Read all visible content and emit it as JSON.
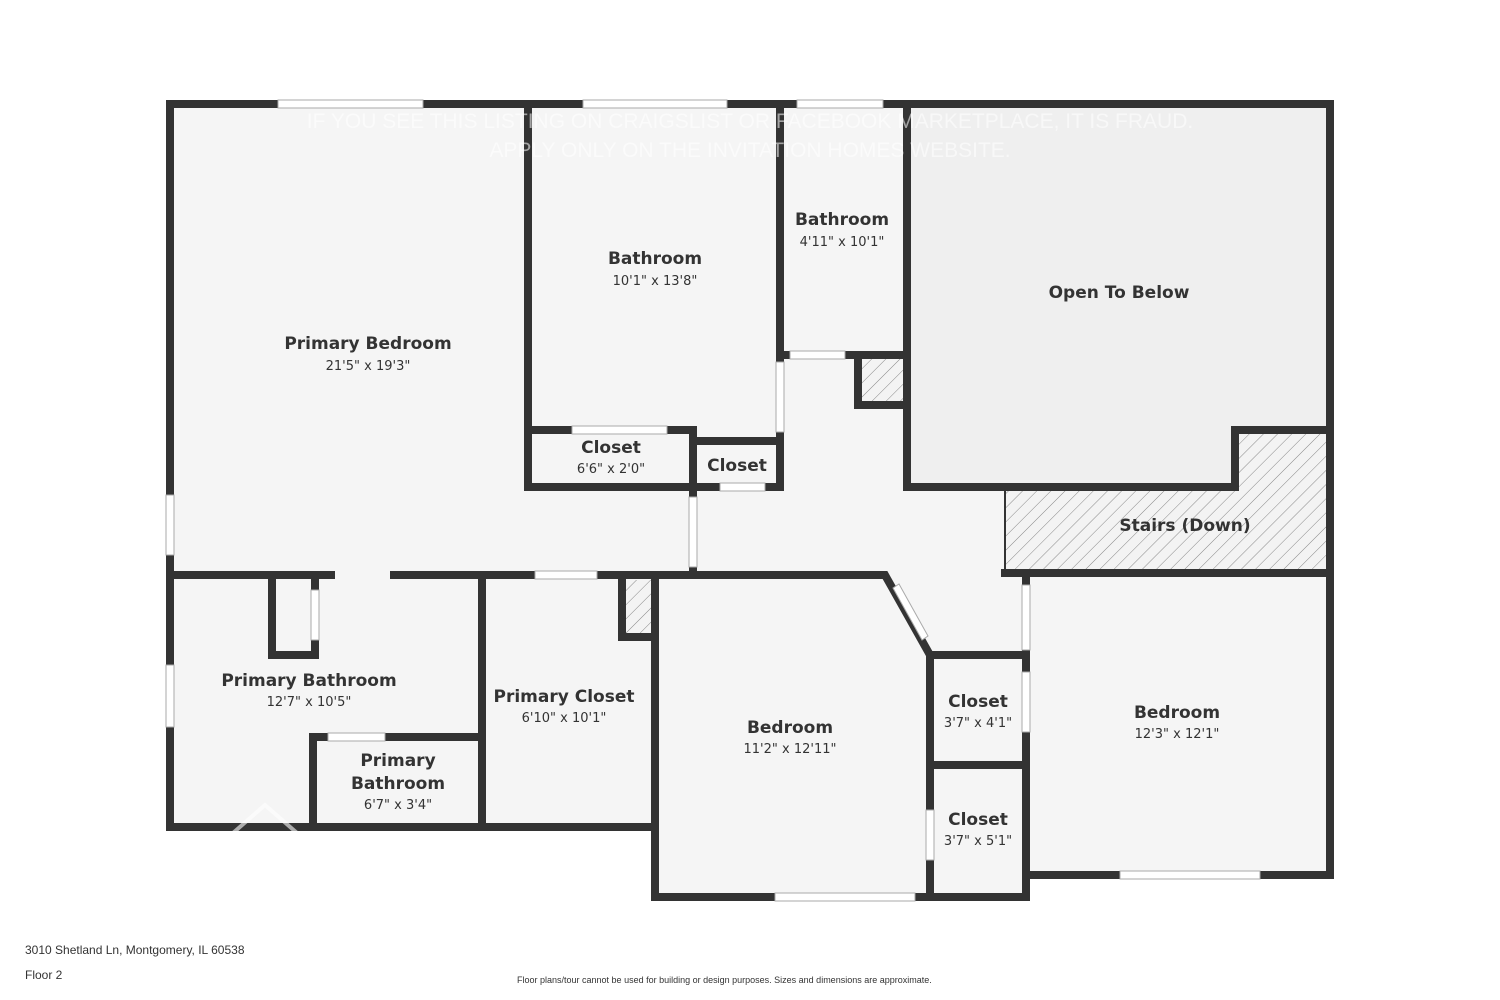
{
  "watermark": {
    "line1": "IF YOU SEE THIS LISTING ON CRAIGSLIST OR FACEBOOK MARKETPLACE, IT IS FRAUD.",
    "line2": "APPLY ONLY ON THE INVITATION HOMES WEBSITE.",
    "logo": "invitation homes"
  },
  "rooms": [
    {
      "name": "Primary Bedroom",
      "dims": "21'5\" x 19'3\""
    },
    {
      "name": "Bathroom",
      "dims": "10'1\" x 13'8\""
    },
    {
      "name": "Bathroom",
      "dims": "4'11\" x 10'1\""
    },
    {
      "name": "Open To Below",
      "dims": ""
    },
    {
      "name": "Closet",
      "dims": "6'6\" x 2'0\""
    },
    {
      "name": "Closet",
      "dims": ""
    },
    {
      "name": "Stairs (Down)",
      "dims": ""
    },
    {
      "name": "Primary Bathroom",
      "dims": "12'7\" x 10'5\""
    },
    {
      "name": "Primary Closet",
      "dims": "6'10\" x 10'1\""
    },
    {
      "name": "Bedroom",
      "dims": "11'2\" x 12'11\""
    },
    {
      "name": "Closet",
      "dims": "3'7\" x 4'1\""
    },
    {
      "name": "Bedroom",
      "dims": "12'3\" x 12'1\""
    },
    {
      "name": "Primary",
      "name2": "Bathroom",
      "dims": "6'7\" x 3'4\""
    },
    {
      "name": "Closet",
      "dims": "3'7\" x 5'1\""
    }
  ],
  "footer": {
    "address": "3010 Shetland Ln, Montgomery, IL 60538",
    "floor": "Floor 2",
    "disclaimer": "Floor plans/tour cannot be used for building or design purposes. Sizes and dimensions are approximate."
  },
  "colors": {
    "wall": "#333333",
    "floor": "#f5f5f5",
    "open_below": "#efefef"
  }
}
